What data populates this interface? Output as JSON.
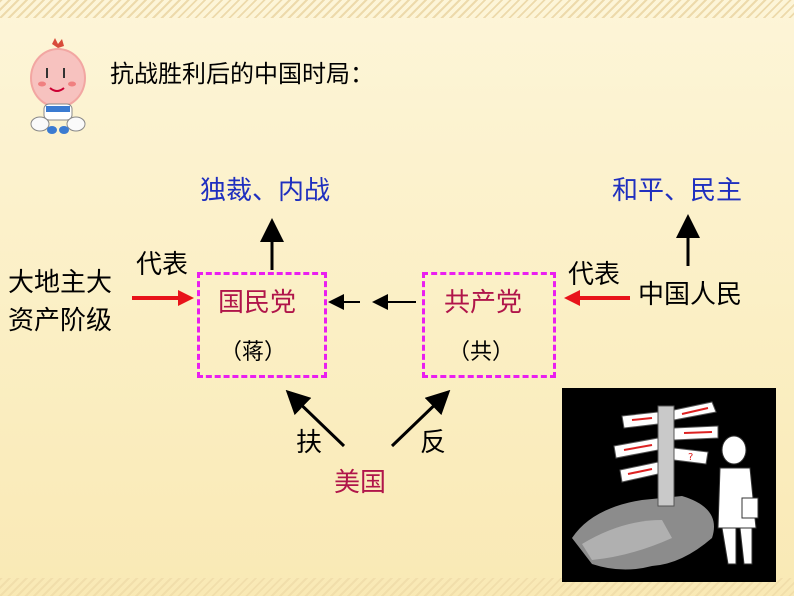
{
  "title": "抗战胜利后的中国时局：",
  "left_class": {
    "line1": "大地主大",
    "line2": "资产阶级"
  },
  "kmt": {
    "name": "国民党",
    "leader": "（蒋）",
    "goal": "独裁、内战"
  },
  "ccp": {
    "name": "共产党",
    "leader": "（共）"
  },
  "people": {
    "name": "中国人民",
    "goal": "和平、民主"
  },
  "represent_label_left": "代表",
  "represent_label_right": "代表",
  "usa": {
    "name": "美国",
    "support": "扶",
    "oppose": "反"
  },
  "colors": {
    "blue": "#1f2fbf",
    "red": "#b0154a",
    "box": "#ea1ef0",
    "arrow_red": "#e8131a"
  }
}
